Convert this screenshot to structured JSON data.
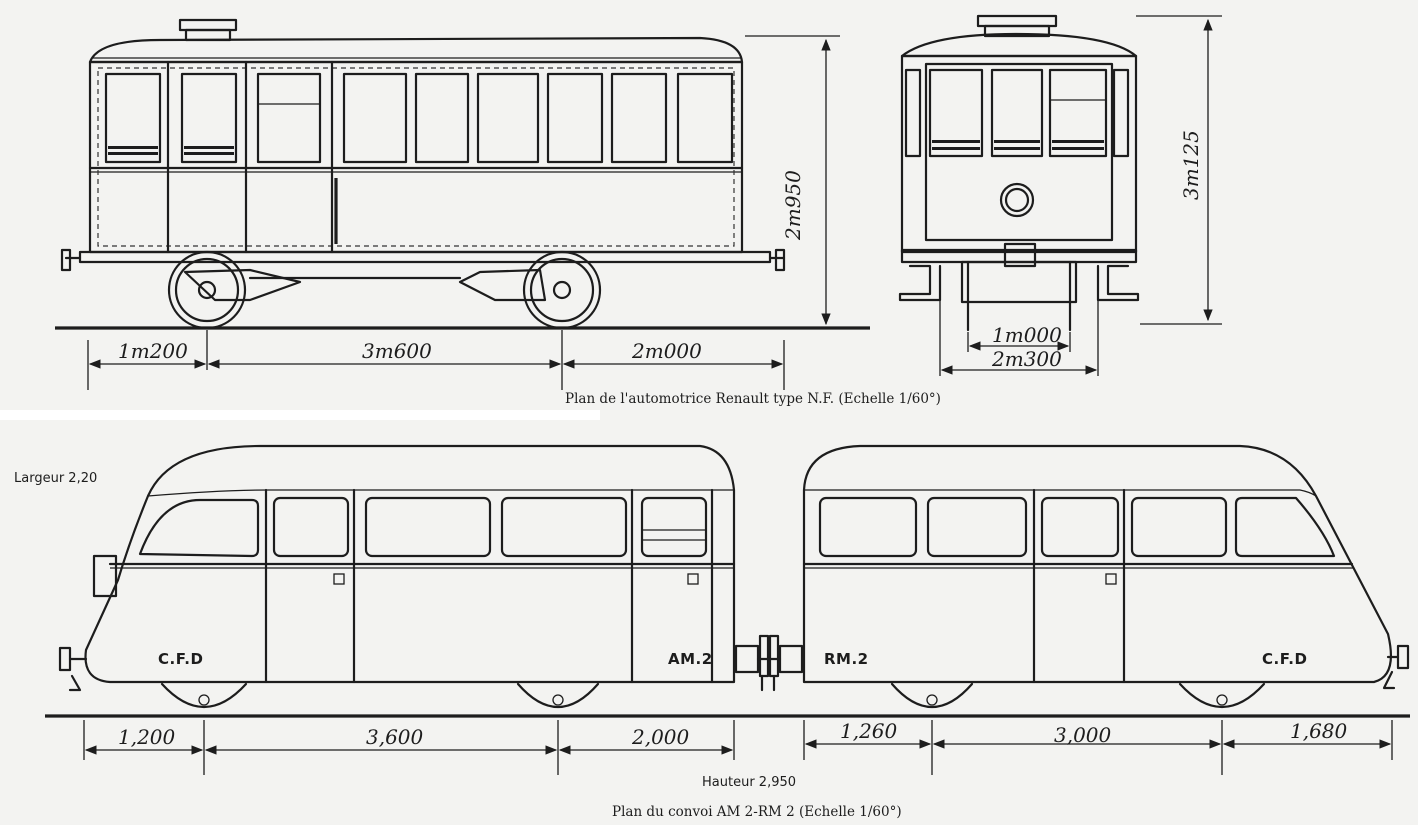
{
  "top_plan": {
    "caption": "Plan de l'automotrice Renault type N.F. (Echelle 1/60°)",
    "side_dims": [
      "1m200",
      "3m600",
      "2m000"
    ],
    "side_height": "2m950",
    "end_height": "3m125",
    "end_dims": [
      "1m000",
      "2m300"
    ]
  },
  "bottom_plan": {
    "caption": "Plan du convoi AM 2-RM 2 (Echelle 1/60°)",
    "width_note": "Largeur 2,20",
    "height_note": "Hauteur 2,950",
    "am_dims": [
      "1,200",
      "3,600",
      "2,000"
    ],
    "rm_dims": [
      "1,260",
      "3,000",
      "1,680"
    ],
    "markings": {
      "am_left": "C.F.D",
      "am_right": "AM.2",
      "rm_left": "RM.2",
      "rm_right": "C.F.D"
    }
  }
}
